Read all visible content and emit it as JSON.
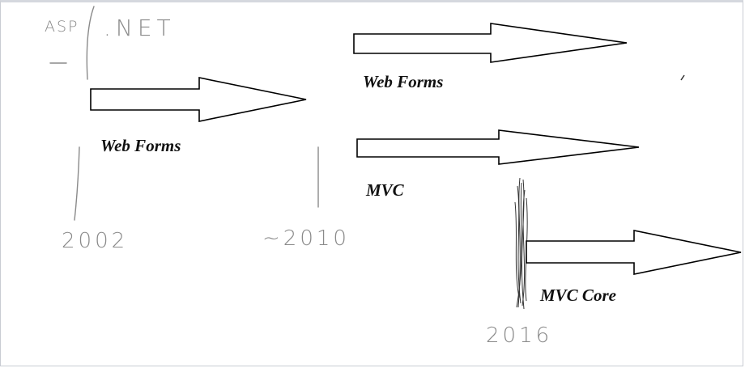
{
  "title_text": {
    "asp": "ASP",
    "net": ".NET"
  },
  "labels": {
    "web_forms_1": "Web Forms",
    "web_forms_2": "Web Forms",
    "mvc": "MVC",
    "mvc_core": "MVC Core"
  },
  "years": {
    "y2002": "2002",
    "y2010": "~2010",
    "y2016": "2016"
  },
  "colors": {
    "ink": "#111111",
    "pencil": "#8a8a8a",
    "arrow_fill": "#ffffff"
  }
}
